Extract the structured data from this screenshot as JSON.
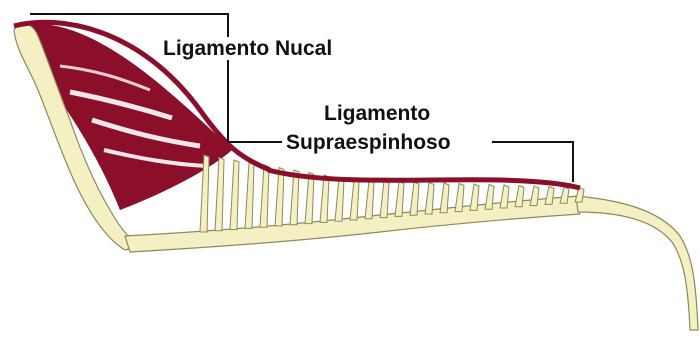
{
  "labels": {
    "nuchal": "Ligamento Nucal",
    "supraspinous_line1": "Ligamento",
    "supraspinous_line2": "Supraespinhoso"
  },
  "colors": {
    "ligament": "#8b0e2a",
    "ligament_light": "#a3163a",
    "bone": "#f4f0c4",
    "bone_outline": "#8c8a5a",
    "leader": "#111111"
  }
}
